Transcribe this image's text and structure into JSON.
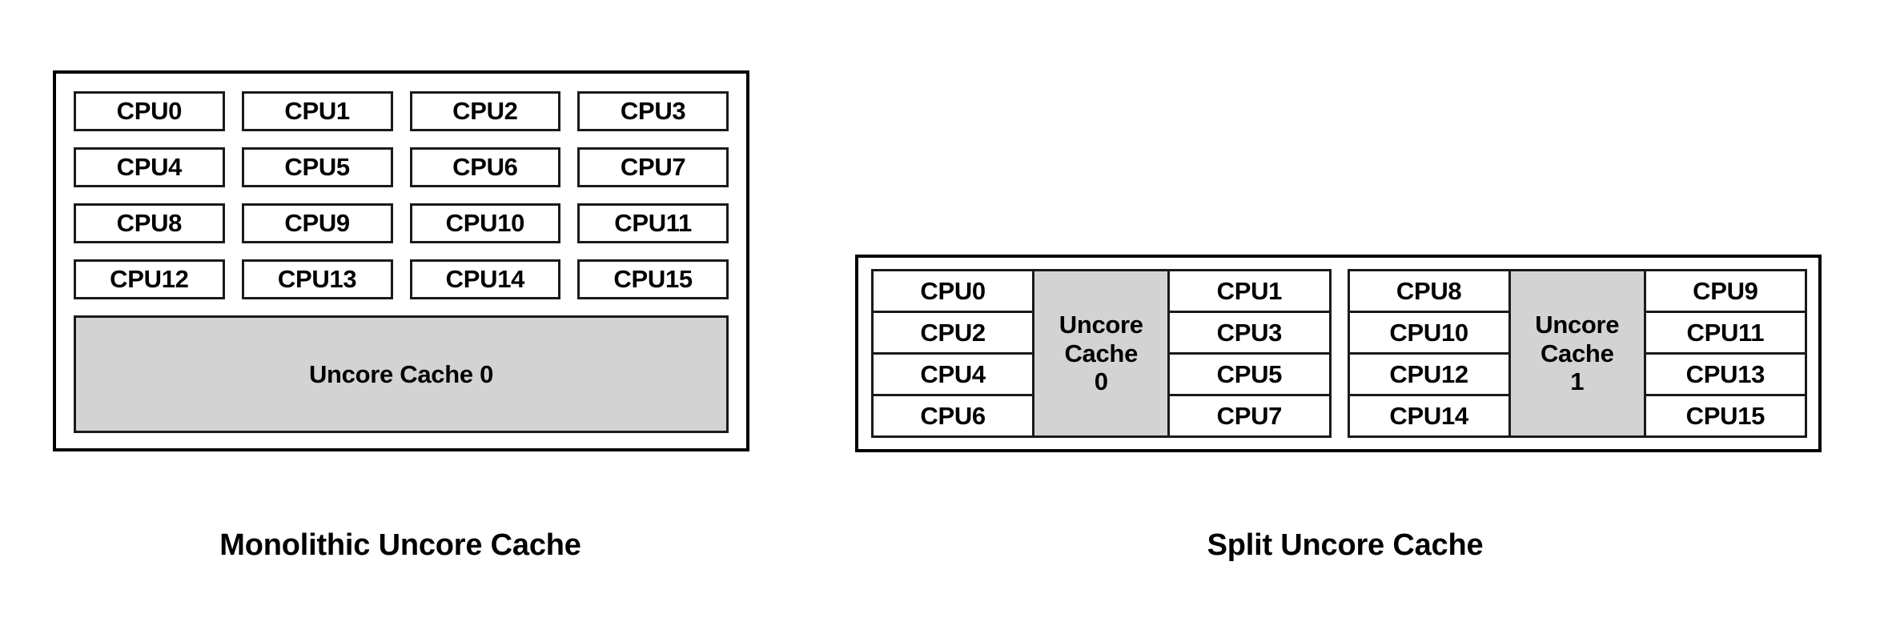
{
  "diagram": {
    "title_hidden": "",
    "colors": {
      "cache_fill": "#d3d3d3",
      "border": "#000000",
      "cpu_fill": "#ffffff",
      "text": "#000000"
    }
  },
  "monolithic": {
    "caption": "Monolithic Uncore Cache",
    "cpus": [
      "CPU0",
      "CPU1",
      "CPU2",
      "CPU3",
      "CPU4",
      "CPU5",
      "CPU6",
      "CPU7",
      "CPU8",
      "CPU9",
      "CPU10",
      "CPU11",
      "CPU12",
      "CPU13",
      "CPU14",
      "CPU15"
    ],
    "cache_label": "Uncore Cache 0"
  },
  "split": {
    "caption": "Split Uncore Cache",
    "clusters": [
      {
        "left_cpus": [
          "CPU0",
          "CPU2",
          "CPU4",
          "CPU6"
        ],
        "cache_line1": "Uncore",
        "cache_line2": "Cache",
        "cache_line3": "0",
        "right_cpus": [
          "CPU1",
          "CPU3",
          "CPU5",
          "CPU7"
        ]
      },
      {
        "left_cpus": [
          "CPU8",
          "CPU10",
          "CPU12",
          "CPU14"
        ],
        "cache_line1": "Uncore",
        "cache_line2": "Cache",
        "cache_line3": "1",
        "right_cpus": [
          "CPU9",
          "CPU11",
          "CPU13",
          "CPU15"
        ]
      }
    ]
  }
}
